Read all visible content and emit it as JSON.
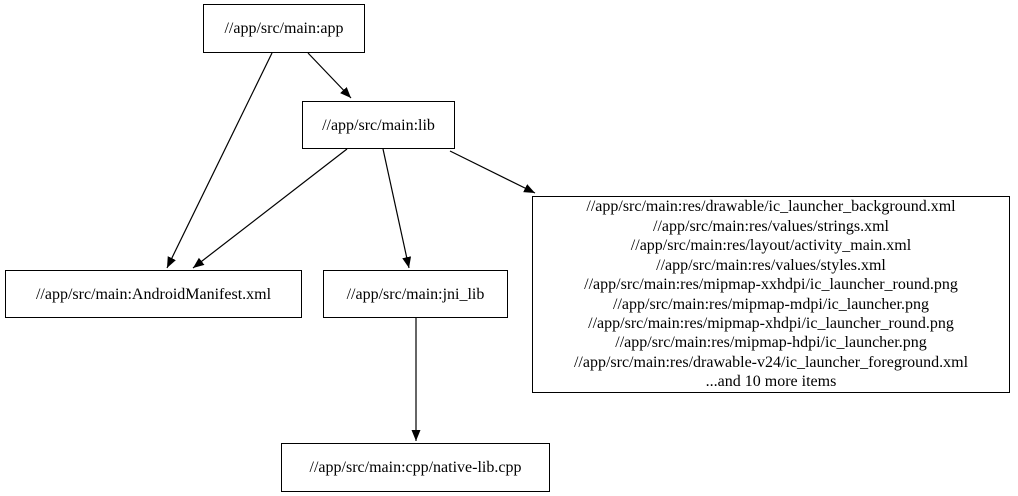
{
  "diagram": {
    "type": "dependency-graph",
    "nodes": {
      "app": {
        "label": "//app/src/main:app"
      },
      "lib": {
        "label": "//app/src/main:lib"
      },
      "manifest": {
        "label": "//app/src/main:AndroidManifest.xml"
      },
      "jni_lib": {
        "label": "//app/src/main:jni_lib"
      },
      "native_lib": {
        "label": "//app/src/main:cpp/native-lib.cpp"
      },
      "res_group": {
        "lines": [
          "//app/src/main:res/drawable/ic_launcher_background.xml",
          "//app/src/main:res/values/strings.xml",
          "//app/src/main:res/layout/activity_main.xml",
          "//app/src/main:res/values/styles.xml",
          "//app/src/main:res/mipmap-xxhdpi/ic_launcher_round.png",
          "//app/src/main:res/mipmap-mdpi/ic_launcher.png",
          "//app/src/main:res/mipmap-xhdpi/ic_launcher_round.png",
          "//app/src/main:res/mipmap-hdpi/ic_launcher.png",
          "//app/src/main:res/drawable-v24/ic_launcher_foreground.xml",
          "...and 10 more items"
        ]
      }
    },
    "edges": [
      {
        "from": "app",
        "to": "lib"
      },
      {
        "from": "app",
        "to": "manifest"
      },
      {
        "from": "lib",
        "to": "manifest"
      },
      {
        "from": "lib",
        "to": "jni_lib"
      },
      {
        "from": "lib",
        "to": "res_group"
      },
      {
        "from": "jni_lib",
        "to": "native_lib"
      }
    ],
    "colors": {
      "background": "#ffffff",
      "node_fill": "#ffffff",
      "node_border": "#000000",
      "edge": "#000000",
      "text": "#000000"
    }
  }
}
